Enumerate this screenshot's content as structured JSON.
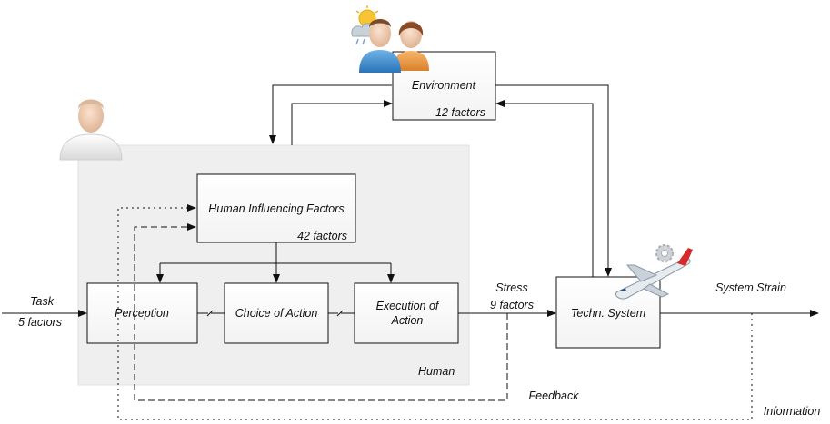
{
  "human_region": {
    "label": "Human"
  },
  "boxes": {
    "environment": {
      "title": "Environment",
      "count": "12 factors"
    },
    "hif": {
      "title": "Human Influencing Factors",
      "count": "42 factors"
    },
    "perception": {
      "title": "Perception"
    },
    "choice": {
      "title": "Choice of Action"
    },
    "execution": {
      "title_line1": "Execution of",
      "title_line2": "Action"
    },
    "techn": {
      "title": "Techn. System"
    }
  },
  "flows": {
    "task": {
      "label": "Task",
      "count": "5 factors"
    },
    "stress": {
      "label": "Stress",
      "count": "9 factors"
    },
    "system_strain": {
      "label": "System Strain"
    },
    "feedback": {
      "label": "Feedback"
    },
    "information": {
      "label": "Information"
    }
  },
  "icons": {
    "human": "person-icon",
    "environment": "people-weather-icon",
    "techn": "airplane-gear-icon"
  },
  "colors": {
    "region_fill": "#efefef",
    "box_fill": "#f9f9f9",
    "stroke": "#111111"
  }
}
